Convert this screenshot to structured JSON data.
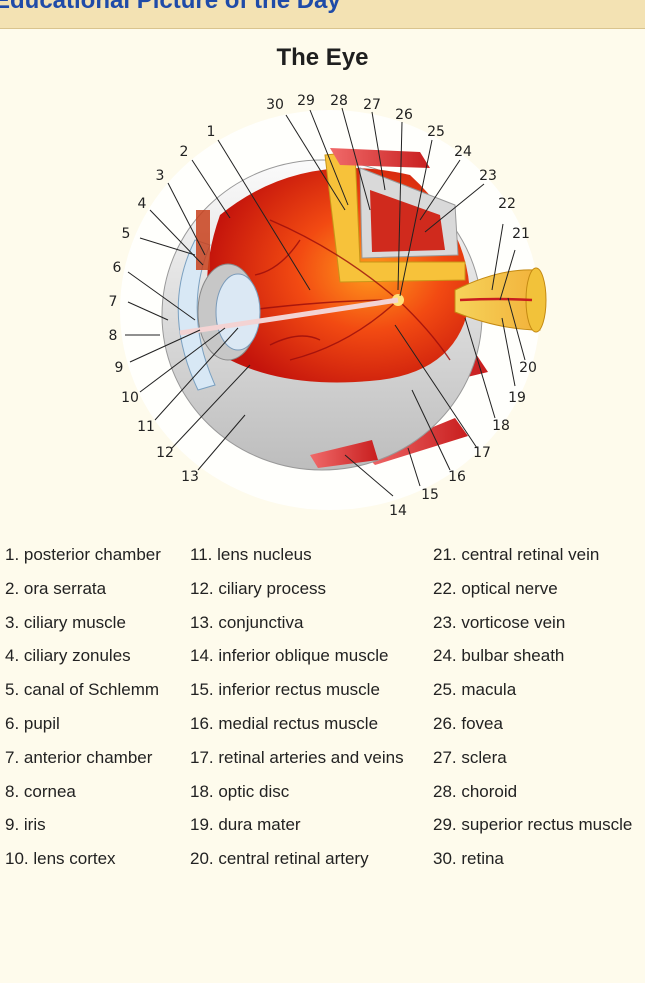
{
  "header": {
    "title": "Educational Picture of the Day"
  },
  "diagram": {
    "title": "The Eye",
    "callout_numbers": [
      "1",
      "2",
      "3",
      "4",
      "5",
      "6",
      "7",
      "8",
      "9",
      "10",
      "11",
      "12",
      "13",
      "14",
      "15",
      "16",
      "17",
      "18",
      "19",
      "20",
      "21",
      "22",
      "23",
      "24",
      "25",
      "26",
      "27",
      "28",
      "29",
      "30"
    ]
  },
  "legend": {
    "col1": [
      "1. posterior chamber",
      "2. ora serrata",
      "3. ciliary muscle",
      "4. ciliary zonules",
      "5. canal of Schlemm",
      "6. pupil",
      "7. anterior chamber",
      "8. cornea",
      "9. iris",
      "10. lens cortex"
    ],
    "col2": [
      "11. lens nucleus",
      "12. ciliary process",
      "13. conjunctiva",
      "14. inferior oblique muscle",
      "15. inferior rectus muscle",
      "16. medial rectus muscle",
      "17. retinal arteries and veins",
      "18. optic disc",
      "19. dura mater",
      "20. central retinal artery"
    ],
    "col3": [
      "21. central retinal vein",
      "22. optical nerve",
      "23. vorticose vein",
      "24. bulbar sheath",
      "25. macula",
      "26. fovea",
      "27. sclera",
      "28. choroid",
      "29. superior rectus muscle",
      "30. retina"
    ]
  },
  "colors": {
    "header_bg": "#f3e2b3",
    "header_text": "#1f4ba8",
    "page_bg": "#fefbec"
  }
}
